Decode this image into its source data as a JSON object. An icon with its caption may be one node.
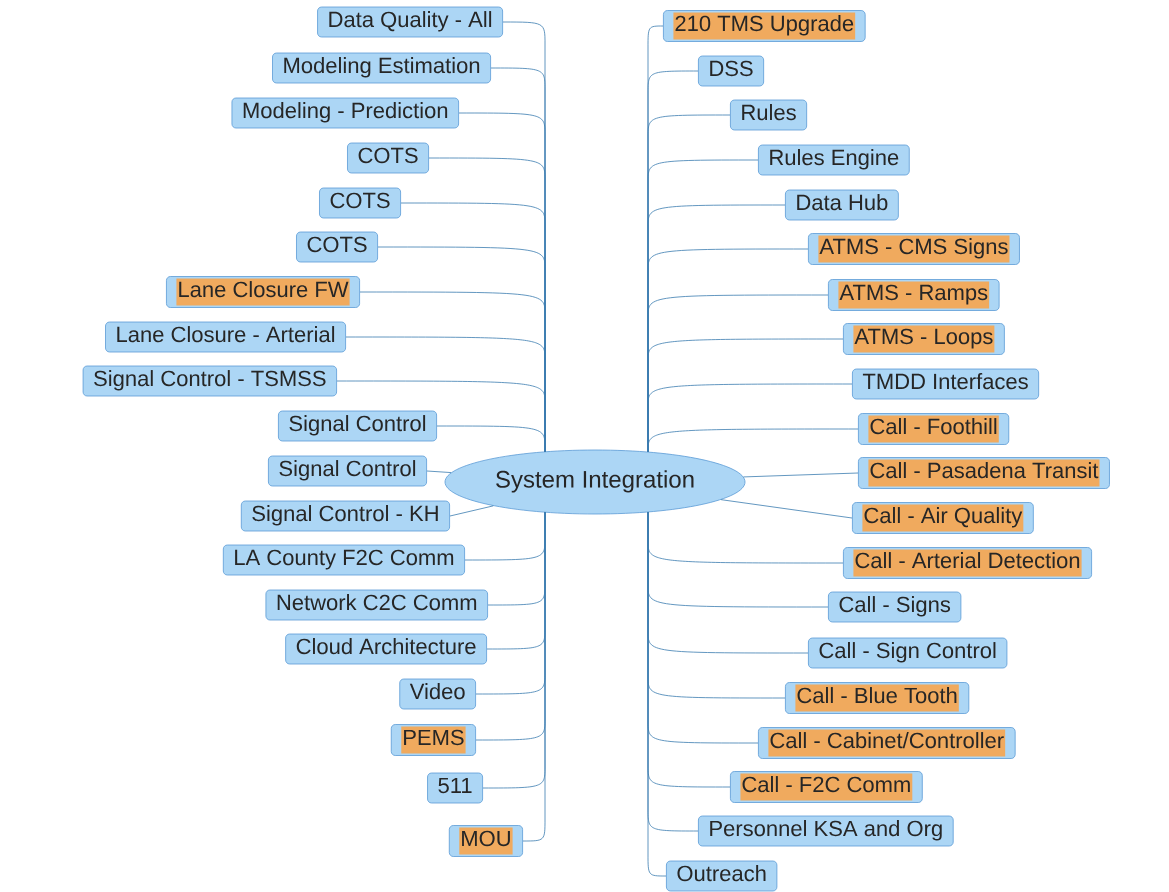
{
  "diagram": {
    "nodes": [
      {
        "text": [
          "System Integration"
        ]
      },
      {
        "text": [
          "Data Quality - All"
        ]
      },
      {
        "text": [
          "Modeling Estimation"
        ]
      },
      {
        "text": [
          "Modeling - Prediction"
        ]
      },
      {
        "text": [
          "COTS"
        ]
      },
      {
        "text": [
          "COTS"
        ]
      },
      {
        "text": [
          "COTS"
        ]
      },
      {
        "text": [
          "Lane Closure FW"
        ]
      },
      {
        "text": [
          "Lane Closure - Arterial"
        ]
      },
      {
        "text": [
          "Signal Control - TSMSS"
        ]
      },
      {
        "text": [
          "Signal Control"
        ]
      },
      {
        "text": [
          "Signal Control"
        ]
      },
      {
        "text": [
          "Signal Control - KH"
        ]
      },
      {
        "text": [
          "LA County F2C Comm"
        ]
      },
      {
        "text": [
          "Network C2C Comm"
        ]
      },
      {
        "text": [
          "Cloud Architecture"
        ]
      },
      {
        "text": [
          "Video"
        ]
      },
      {
        "text": [
          "PEMS"
        ]
      },
      {
        "text": [
          "511"
        ]
      },
      {
        "text": [
          "MOU"
        ]
      },
      {
        "text": [
          "210 TMS Upgrade"
        ]
      },
      {
        "text": [
          "DSS"
        ]
      },
      {
        "text": [
          "Rules"
        ]
      },
      {
        "text": [
          "Rules Engine"
        ]
      },
      {
        "text": [
          "Data Hub"
        ]
      },
      {
        "text": [
          "ATMS - CMS Signs"
        ]
      },
      {
        "text": [
          "ATMS - Ramps"
        ]
      },
      {
        "text": [
          "ATMS - Loops"
        ]
      },
      {
        "text": [
          "TMDD Interfaces"
        ]
      },
      {
        "text": [
          "Call - Foothill"
        ]
      },
      {
        "text": [
          "Call - Pasadena Transit"
        ]
      },
      {
        "text": [
          "Call - Air Quality"
        ]
      },
      {
        "text": [
          "Call - Arterial Detection"
        ]
      },
      {
        "text": [
          "Call - Signs"
        ]
      },
      {
        "text": [
          "Call - Sign Control"
        ]
      },
      {
        "text": [
          "Call - Blue Tooth"
        ]
      },
      {
        "text": [
          "Call - Cabinet/Controller"
        ]
      },
      {
        "text": [
          "Call - F2C Comm"
        ]
      },
      {
        "text": [
          "Personnel KSA and Org"
        ]
      },
      {
        "text": [
          "Outreach"
        ]
      }
    ],
    "edges": [
      {
        "from": 0,
        "to": 1,
        "arrow": "none"
      },
      {
        "from": 0,
        "to": 2,
        "arrow": "none"
      },
      {
        "from": 0,
        "to": 3,
        "arrow": "none"
      },
      {
        "from": 0,
        "to": 4,
        "arrow": "none"
      },
      {
        "from": 0,
        "to": 5,
        "arrow": "none"
      },
      {
        "from": 0,
        "to": 6,
        "arrow": "none"
      },
      {
        "from": 0,
        "to": 7,
        "arrow": "none"
      },
      {
        "from": 0,
        "to": 8,
        "arrow": "none"
      },
      {
        "from": 0,
        "to": 9,
        "arrow": "none"
      },
      {
        "from": 0,
        "to": 10,
        "arrow": "none"
      },
      {
        "from": 0,
        "to": 11,
        "arrow": "none"
      },
      {
        "from": 0,
        "to": 12,
        "arrow": "none"
      },
      {
        "from": 0,
        "to": 13,
        "arrow": "none"
      },
      {
        "from": 0,
        "to": 14,
        "arrow": "none"
      },
      {
        "from": 0,
        "to": 15,
        "arrow": "none"
      },
      {
        "from": 0,
        "to": 16,
        "arrow": "none"
      },
      {
        "from": 0,
        "to": 17,
        "arrow": "none"
      },
      {
        "from": 0,
        "to": 18,
        "arrow": "none"
      },
      {
        "from": 0,
        "to": 19,
        "arrow": "none"
      },
      {
        "from": 0,
        "to": 20,
        "arrow": "none"
      },
      {
        "from": 0,
        "to": 21,
        "arrow": "none"
      },
      {
        "from": 0,
        "to": 22,
        "arrow": "none"
      },
      {
        "from": 0,
        "to": 23,
        "arrow": "none"
      },
      {
        "from": 0,
        "to": 24,
        "arrow": "none"
      },
      {
        "from": 0,
        "to": 25,
        "arrow": "none"
      },
      {
        "from": 0,
        "to": 26,
        "arrow": "none"
      },
      {
        "from": 0,
        "to": 27,
        "arrow": "none"
      },
      {
        "from": 0,
        "to": 28,
        "arrow": "none"
      },
      {
        "from": 0,
        "to": 29,
        "arrow": "none"
      },
      {
        "from": 0,
        "to": 30,
        "arrow": "none"
      },
      {
        "from": 0,
        "to": 31,
        "arrow": "none"
      },
      {
        "from": 0,
        "to": 32,
        "arrow": "none"
      },
      {
        "from": 0,
        "to": 33,
        "arrow": "none"
      },
      {
        "from": 0,
        "to": 34,
        "arrow": "none"
      },
      {
        "from": 0,
        "to": 35,
        "arrow": "none"
      },
      {
        "from": 0,
        "to": 36,
        "arrow": "none"
      },
      {
        "from": 0,
        "to": 37,
        "arrow": "none"
      },
      {
        "from": 0,
        "to": 38,
        "arrow": "none"
      },
      {
        "from": 0,
        "to": 39,
        "arrow": "none"
      }
    ]
  }
}
